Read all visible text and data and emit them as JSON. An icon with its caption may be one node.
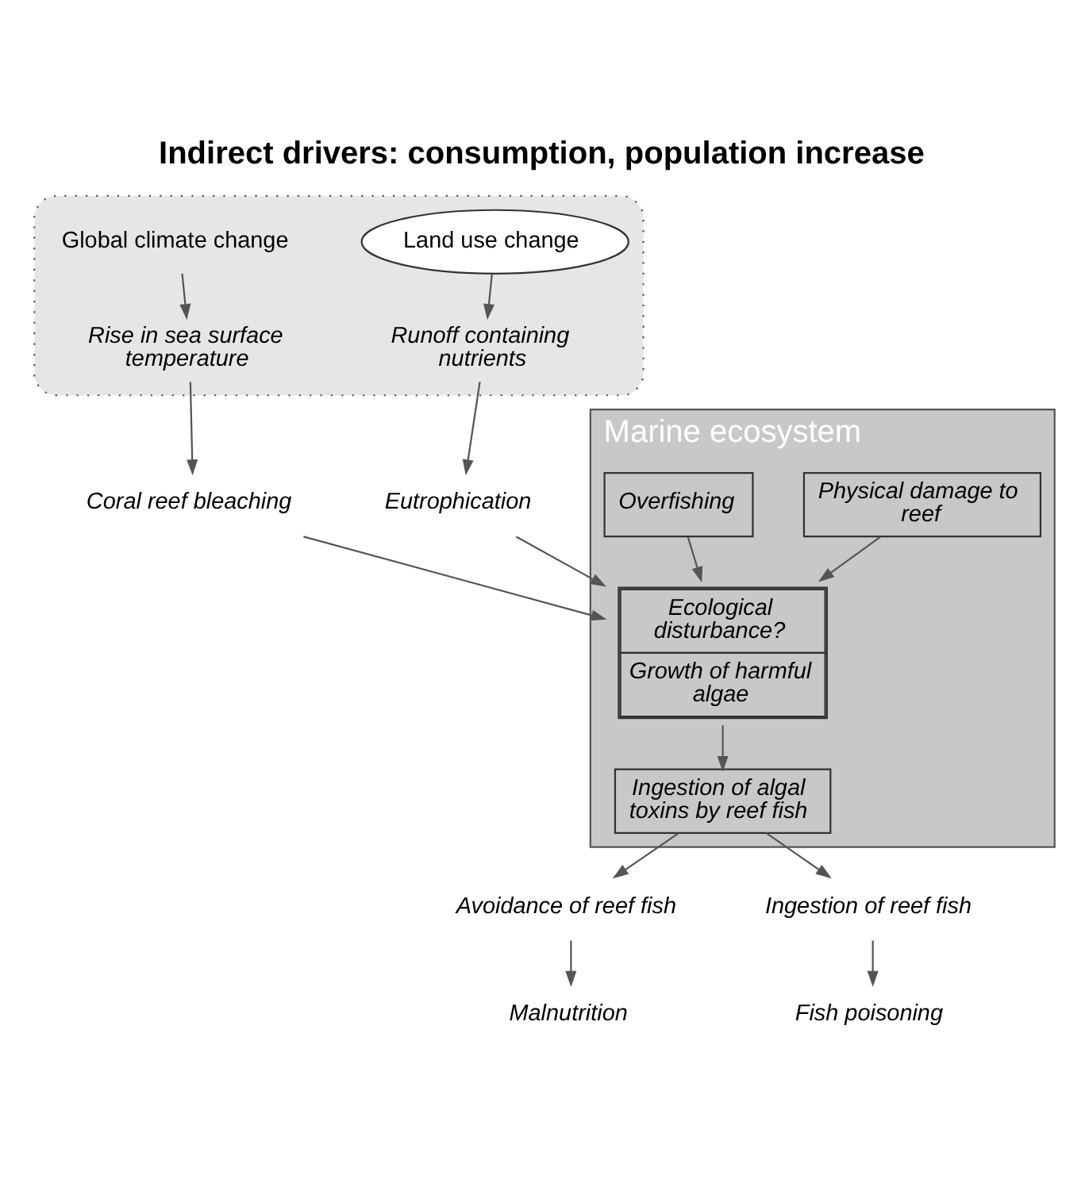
{
  "diagram": {
    "title": "Indirect drivers: consumption, population increase",
    "nodes": [
      {
        "text": [],
        "shape": "ellipse"
      },
      {
        "text": [
          "Global climate change"
        ],
        "in": 0
      },
      {
        "text": [
          "Land use change"
        ],
        "in": 0
      },
      {
        "text": [
          "Rise in sea surface temperature"
        ],
        "in": 0
      },
      {
        "text": [
          "Runoff containing nutrients"
        ],
        "in": 0
      },
      {
        "text": [
          "Marine ecosystem"
        ]
      },
      {
        "text": [
          "Coral reef bleaching"
        ]
      },
      {
        "text": [
          "Eutrophication"
        ]
      },
      {
        "text": [
          "Physical damage to reef"
        ],
        "in": 5
      },
      {
        "text": [
          "Ecological disturbance?",
          "Growth of harmful algae"
        ],
        "in": 5
      },
      {
        "text": [
          "Overfishing"
        ],
        "in": 5
      },
      {
        "text": [
          "Ingestion of algal toxins by reef fish"
        ],
        "in": 5
      },
      {
        "text": [
          "Avoidance of reef fish"
        ]
      },
      {
        "text": [
          "Ingestion of reef fish"
        ]
      },
      {
        "text": [
          "Malnutrition"
        ]
      },
      {
        "text": [
          "Fish poisoning"
        ]
      }
    ],
    "edges": [
      {
        "from": 1,
        "to": 3,
        "arrow": "to"
      },
      {
        "from": 2,
        "to": 4,
        "arrow": "to"
      },
      {
        "from": 3,
        "to": 6,
        "arrow": "to"
      },
      {
        "from": 4,
        "to": 7,
        "arrow": "to"
      },
      {
        "from": 6,
        "to": 9,
        "arrow": "to"
      },
      {
        "from": 7,
        "to": 9,
        "arrow": "to"
      },
      {
        "from": 8,
        "to": 9,
        "arrow": "to"
      },
      {
        "from": 10,
        "to": 9,
        "arrow": "to"
      },
      {
        "from": 9,
        "to": 11,
        "arrow": "to"
      },
      {
        "from": 11,
        "to": 12,
        "arrow": "to"
      },
      {
        "from": 11,
        "to": 13,
        "arrow": "to"
      },
      {
        "from": 12,
        "to": 14,
        "arrow": "to"
      },
      {
        "from": 13,
        "to": 15,
        "arrow": "to"
      }
    ]
  }
}
